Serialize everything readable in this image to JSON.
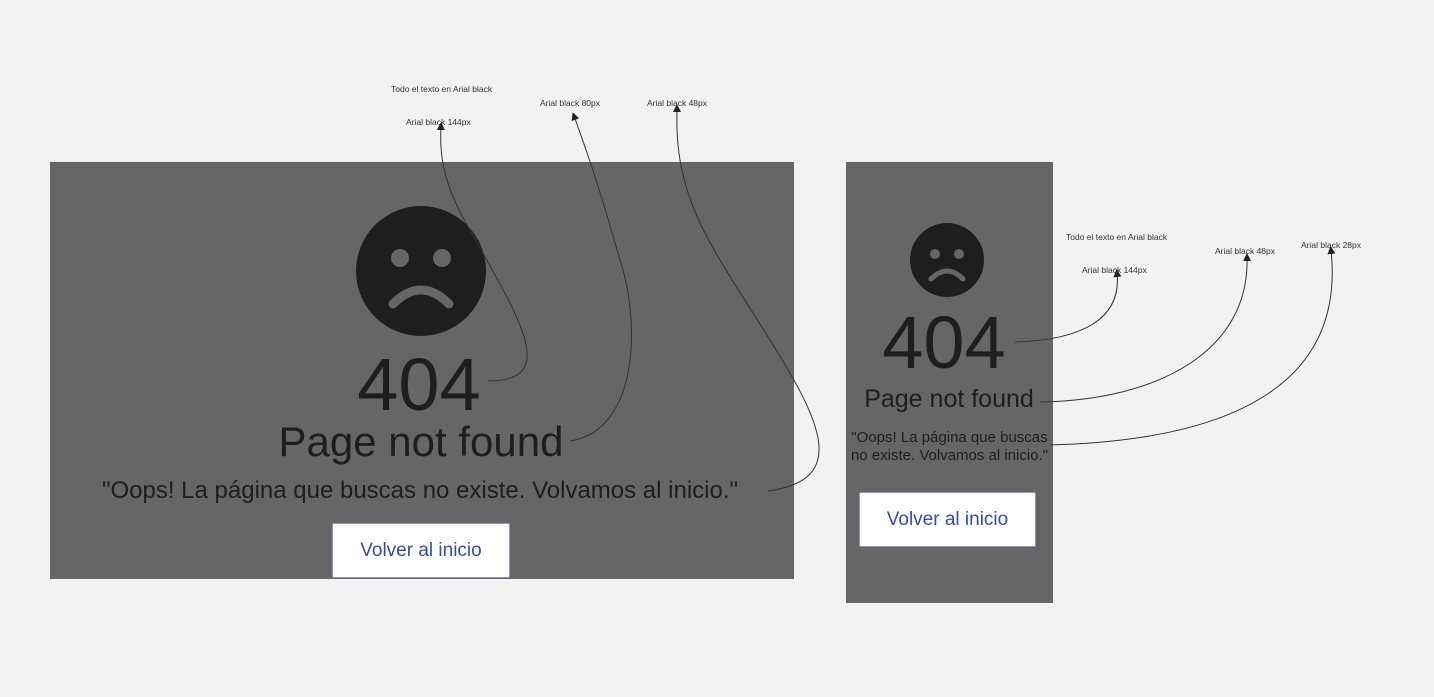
{
  "desktop": {
    "code": "404",
    "title": "Page not found",
    "message": "\"Oops! La página que buscas no existe. Volvamos al inicio.\"",
    "button_label": "Volver al inicio",
    "annotations": {
      "font_note": "Todo el texto en Arial black",
      "code_size": "Arial black 144px",
      "title_size": "Arial black 80px",
      "message_size": "Arial black 48px"
    }
  },
  "mobile": {
    "code": "404",
    "title": "Page not found",
    "message": "\"Oops! La página que buscas no existe. Volvamos al inicio.\"",
    "button_label": "Volver al inicio",
    "annotations": {
      "font_note": "Todo el texto en Arial black",
      "code_size": "Arial black 144px",
      "title_size": "Arial black 48px",
      "message_size": "Arial black 28px"
    }
  },
  "colors": {
    "canvas": "#f2f2f2",
    "frame": "#666666",
    "face": "#1e1e1e",
    "face_features": "#666666",
    "text": "#1e1e1e",
    "button_text": "#3b4aa0",
    "button_border": "#8f95c6"
  },
  "icons": [
    "sad-face-icon",
    "arrow-connector"
  ]
}
